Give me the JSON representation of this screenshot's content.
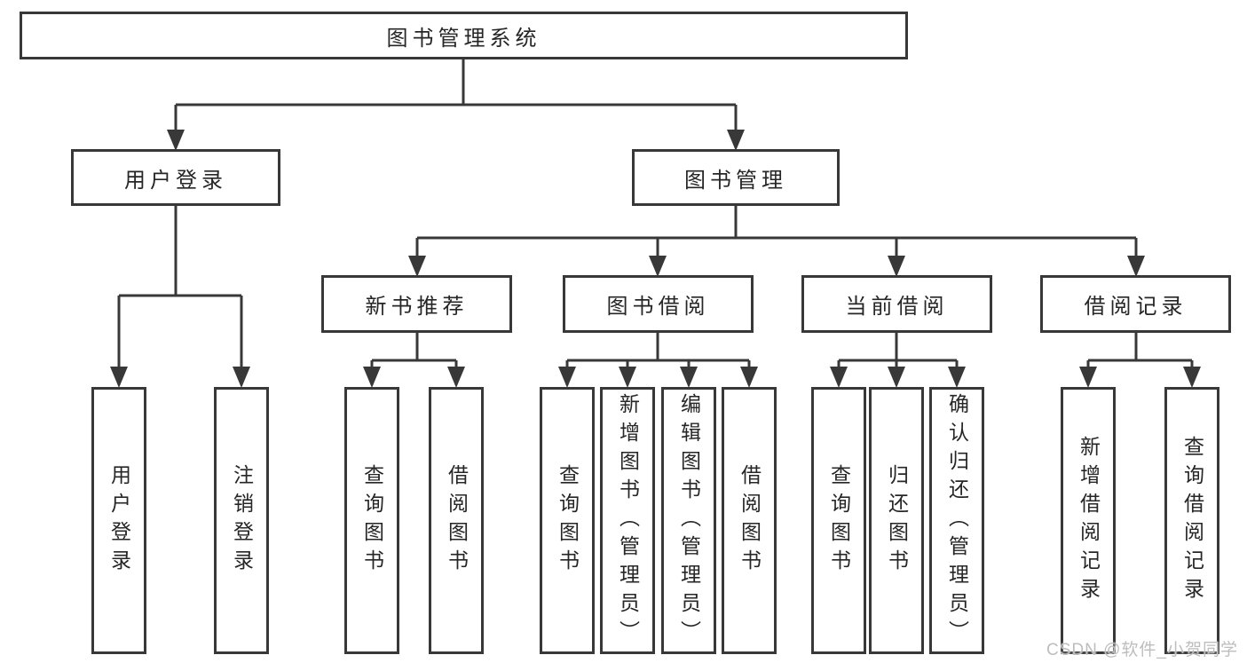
{
  "diagram": {
    "root": {
      "label": "图书管理系统",
      "children": [
        {
          "label": "用户登录",
          "children": [
            {
              "label": "用户登录"
            },
            {
              "label": "注销登录"
            }
          ]
        },
        {
          "label": "图书管理",
          "children": [
            {
              "label": "新书推荐",
              "children": [
                {
                  "label": "查询图书"
                },
                {
                  "label": "借阅图书"
                }
              ]
            },
            {
              "label": "图书借阅",
              "children": [
                {
                  "label": "查询图书"
                },
                {
                  "label": "新增图书（管理员）"
                },
                {
                  "label": "编辑图书（管理员）"
                },
                {
                  "label": "借阅图书"
                }
              ]
            },
            {
              "label": "当前借阅",
              "children": [
                {
                  "label": "查询图书"
                },
                {
                  "label": "归还图书"
                },
                {
                  "label": "确认归还（管理员）"
                }
              ]
            },
            {
              "label": "借阅记录",
              "children": [
                {
                  "label": "新增借阅记录"
                },
                {
                  "label": "查询借阅记录"
                }
              ]
            }
          ]
        }
      ]
    },
    "watermark": "CSDN @软件_小贺同学",
    "colors": {
      "line": "#383838",
      "text": "#262626",
      "background": "#ffffff",
      "watermark": "#bdbdbd"
    }
  }
}
